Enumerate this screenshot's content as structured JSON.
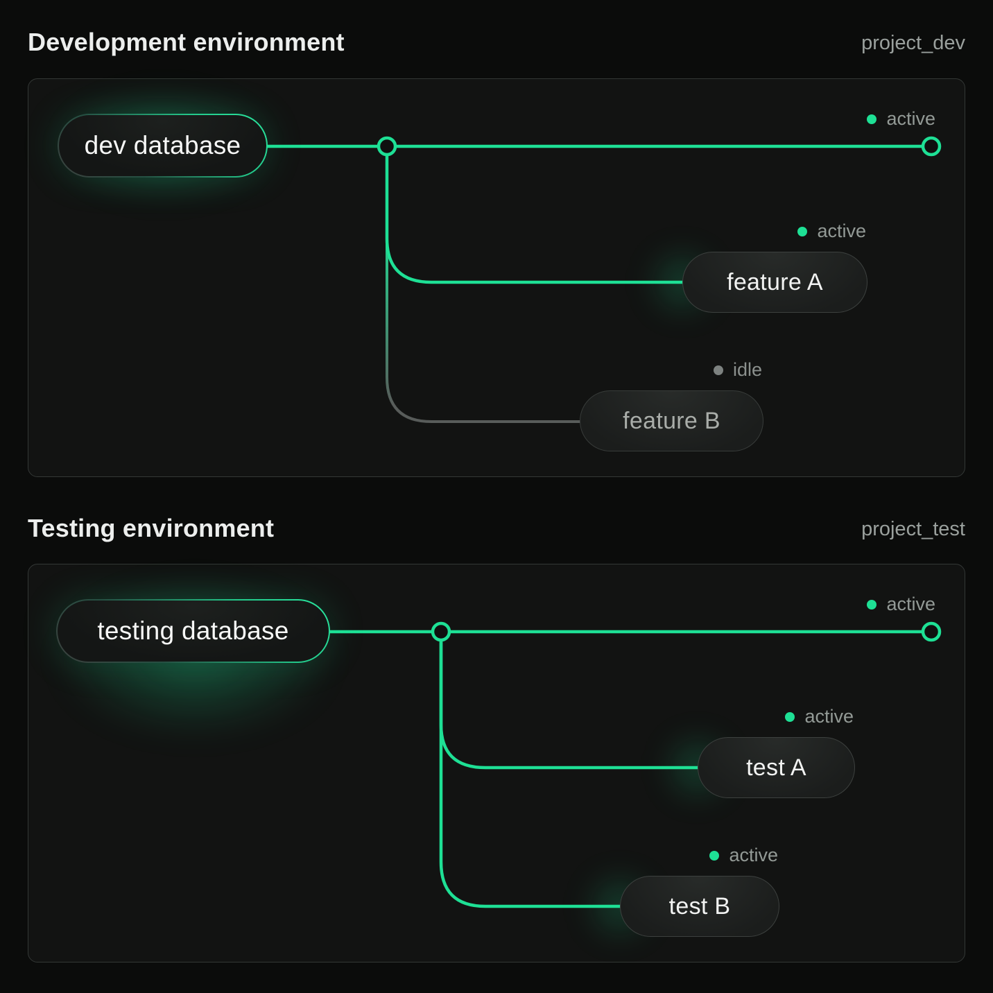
{
  "page": {
    "background": "#0b0c0b",
    "accent_green": "#1ee095",
    "idle_gray": "#7d8280"
  },
  "sections": [
    {
      "title": "Development environment",
      "project": "project_dev",
      "database": {
        "label": "dev database",
        "state": "active"
      },
      "trunk_status": "active",
      "branches": [
        {
          "label": "feature A",
          "status": "active"
        },
        {
          "label": "feature B",
          "status": "idle"
        }
      ]
    },
    {
      "title": "Testing environment",
      "project": "project_test",
      "database": {
        "label": "testing database",
        "state": "active"
      },
      "trunk_status": "active",
      "branches": [
        {
          "label": "test A",
          "status": "active"
        },
        {
          "label": "test B",
          "status": "active"
        }
      ]
    }
  ]
}
